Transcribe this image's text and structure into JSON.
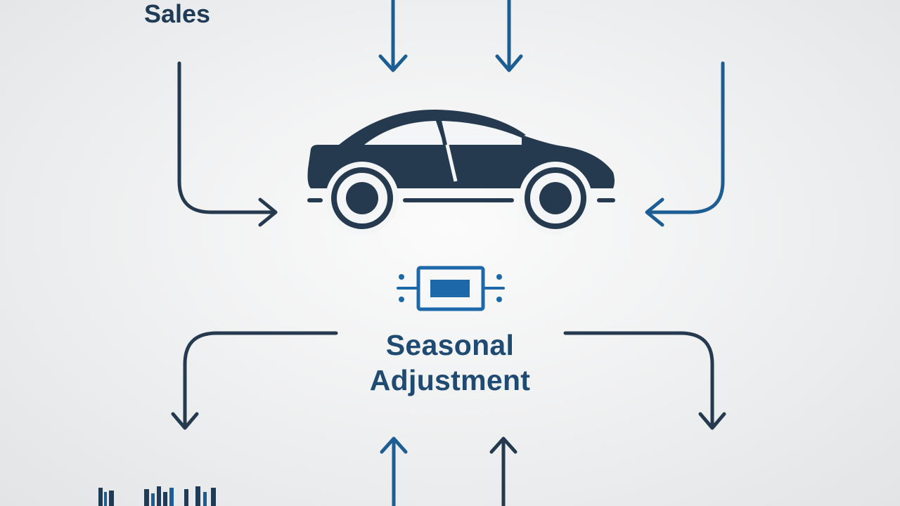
{
  "diagram": {
    "top_label": "Sales",
    "center_label_line1": "Seasonal",
    "center_label_line2": "Adjustment",
    "central_icon": "car-icon",
    "adjustment_icon": "chip-icon",
    "colors": {
      "navy": "#1f3b55",
      "blue": "#1a5f96",
      "background": "#eeeff0"
    }
  }
}
